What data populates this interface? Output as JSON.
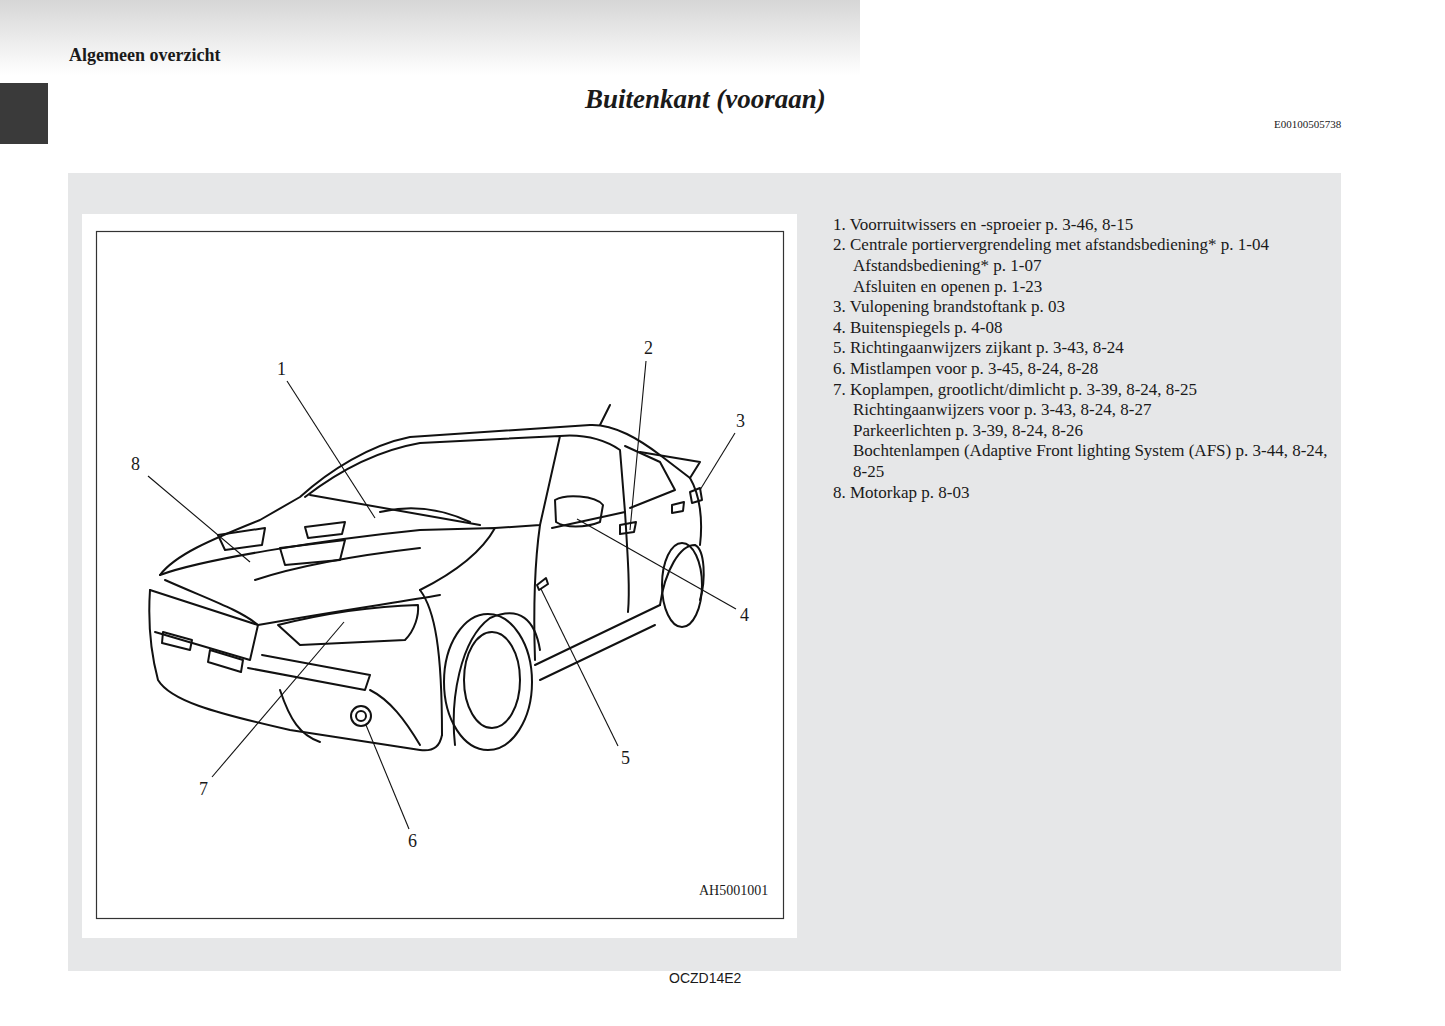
{
  "diagram": {
    "title": "Buitenkant (vooraan)",
    "labels": [
      "Algemeen overzicht",
      "E00100505738",
      "1. Voorruitwissers en -sproeier p. 3-46, 8-15",
      "2. Centrale portiervergrendeling met afstandsbediening* p. 1-04",
      "Afstandsbediening* p. 1-07",
      "Afsluiten en openen p. 1-23",
      "3. Vulopening brandstoftank p. 03",
      "4. Buitenspiegels p. 4-08",
      "5. Richtingaanwijzers zijkant p. 3-43, 8-24",
      "6. Mistlampen voor p. 3-45, 8-24, 8-28",
      "7. Koplampen, grootlicht/dimlicht p. 3-39, 8-24, 8-25",
      "Richtingaanwijzers voor p. 3-43, 8-24, 8-27",
      "Parkeerlichten p. 3-39, 8-24, 8-26",
      "Bochtenlampen (Adaptive Front lighting System (AFS) p. 3-44, 8-24, 8-25",
      "8. Motorkap p. 8-03",
      "1",
      "2",
      "3",
      "4",
      "5",
      "6",
      "7",
      "8",
      "AH5001001",
      "OCZD14E2"
    ]
  }
}
